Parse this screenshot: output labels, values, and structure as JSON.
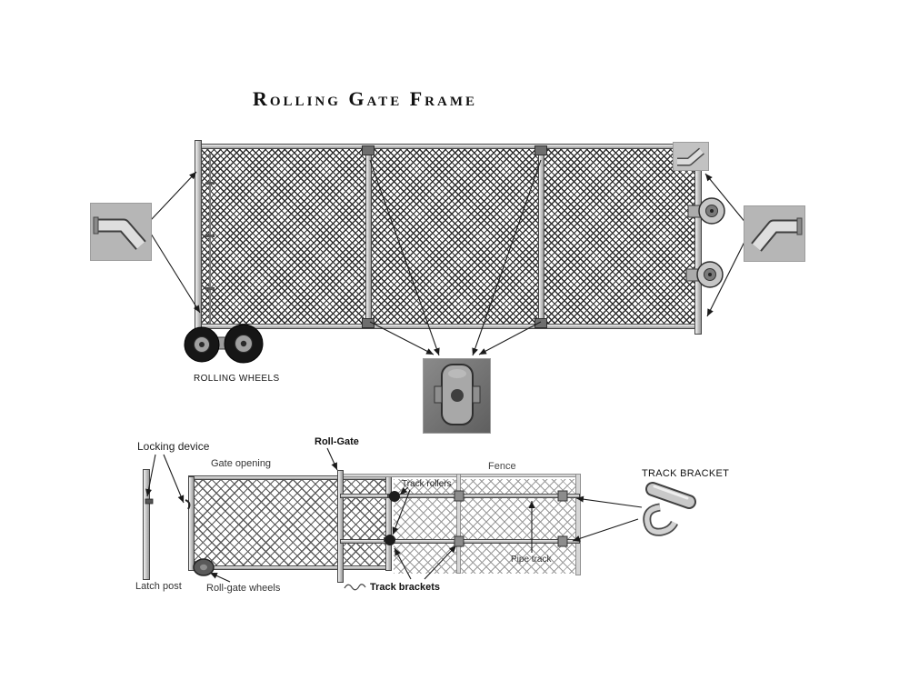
{
  "title": "Rolling Gate Frame",
  "top_diagram": {
    "rolling_wheels": "ROLLING WHEELS"
  },
  "bottom_diagram": {
    "roll_gate": "Roll-Gate",
    "locking_device": "Locking device",
    "gate_opening": "Gate opening",
    "fence": "Fence",
    "track_rollers": "Track rollers",
    "pipe_track": "Pipe track",
    "latch_post": "Latch post",
    "roll_gate_wheels": "Roll-gate wheels",
    "track_brackets": "Track brackets",
    "track_bracket": "TRACK BRACKET"
  },
  "colors": {
    "ink": "#1a1a1a",
    "pipe_gray": "#b9b9b9",
    "mesh_dark": "#2e2e2e",
    "mesh_light": "#9a9a9a",
    "photo_gray": "#b6b6b6"
  }
}
